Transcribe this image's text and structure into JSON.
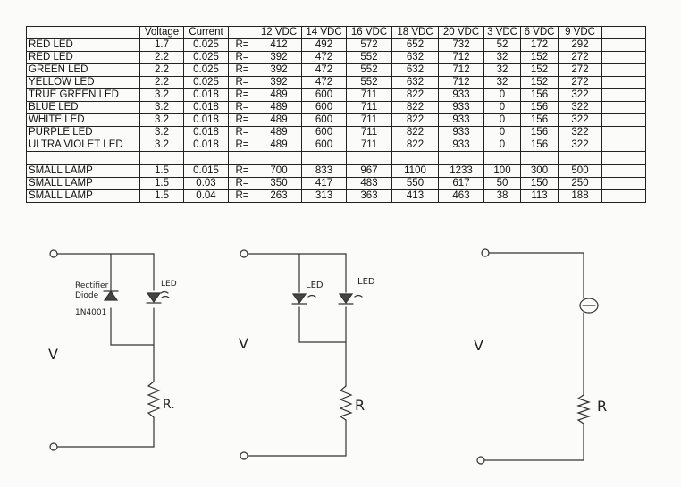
{
  "table": {
    "headers": [
      "",
      "Voltage",
      "Current",
      "",
      "12 VDC",
      "14 VDC",
      "16 VDC",
      "18 VDC",
      "20 VDC",
      "3 VDC",
      "6 VDC",
      "9 VDC",
      ""
    ],
    "rows": [
      [
        "RED LED",
        "1.7",
        "0.025",
        "R=",
        "412",
        "492",
        "572",
        "652",
        "732",
        "52",
        "172",
        "292"
      ],
      [
        "RED LED",
        "2.2",
        "0.025",
        "R=",
        "392",
        "472",
        "552",
        "632",
        "712",
        "32",
        "152",
        "272"
      ],
      [
        "GREEN LED",
        "2.2",
        "0.025",
        "R=",
        "392",
        "472",
        "552",
        "632",
        "712",
        "32",
        "152",
        "272"
      ],
      [
        "YELLOW LED",
        "2.2",
        "0.025",
        "R=",
        "392",
        "472",
        "552",
        "632",
        "712",
        "32",
        "152",
        "272"
      ],
      [
        "TRUE GREEN LED",
        "3.2",
        "0.018",
        "R=",
        "489",
        "600",
        "711",
        "822",
        "933",
        "0",
        "156",
        "322"
      ],
      [
        "BLUE LED",
        "3.2",
        "0.018",
        "R=",
        "489",
        "600",
        "711",
        "822",
        "933",
        "0",
        "156",
        "322"
      ],
      [
        "WHITE LED",
        "3.2",
        "0.018",
        "R=",
        "489",
        "600",
        "711",
        "822",
        "933",
        "0",
        "156",
        "322"
      ],
      [
        "PURPLE LED",
        "3.2",
        "0.018",
        "R=",
        "489",
        "600",
        "711",
        "822",
        "933",
        "0",
        "156",
        "322"
      ],
      [
        "ULTRA VIOLET LED",
        "3.2",
        "0.018",
        "R=",
        "489",
        "600",
        "711",
        "822",
        "933",
        "0",
        "156",
        "322"
      ],
      [
        "",
        "",
        "",
        "",
        "",
        "",
        "",
        "",
        "",
        "",
        "",
        ""
      ],
      [
        "SMALL LAMP",
        "1.5",
        "0.015",
        "R=",
        "700",
        "833",
        "967",
        "1100",
        "1233",
        "100",
        "300",
        "500"
      ],
      [
        "SMALL LAMP",
        "1.5",
        "0.03",
        "R=",
        "350",
        "417",
        "483",
        "550",
        "617",
        "50",
        "150",
        "250"
      ],
      [
        "SMALL LAMP",
        "1.5",
        "0.04",
        "R=",
        "263",
        "313",
        "363",
        "413",
        "463",
        "38",
        "113",
        "188"
      ]
    ]
  },
  "circuits": {
    "c1": {
      "diode_label_1": "Rectifier",
      "diode_label_2": "Diode",
      "diode_part": "1N4001",
      "led_label": "LED",
      "v_label": "V",
      "r_label": "R."
    },
    "c2": {
      "led1_label": "LED",
      "led2_label": "LED",
      "v_label": "V",
      "r_label": "R"
    },
    "c3": {
      "v_label": "V",
      "r_label": "R"
    }
  }
}
